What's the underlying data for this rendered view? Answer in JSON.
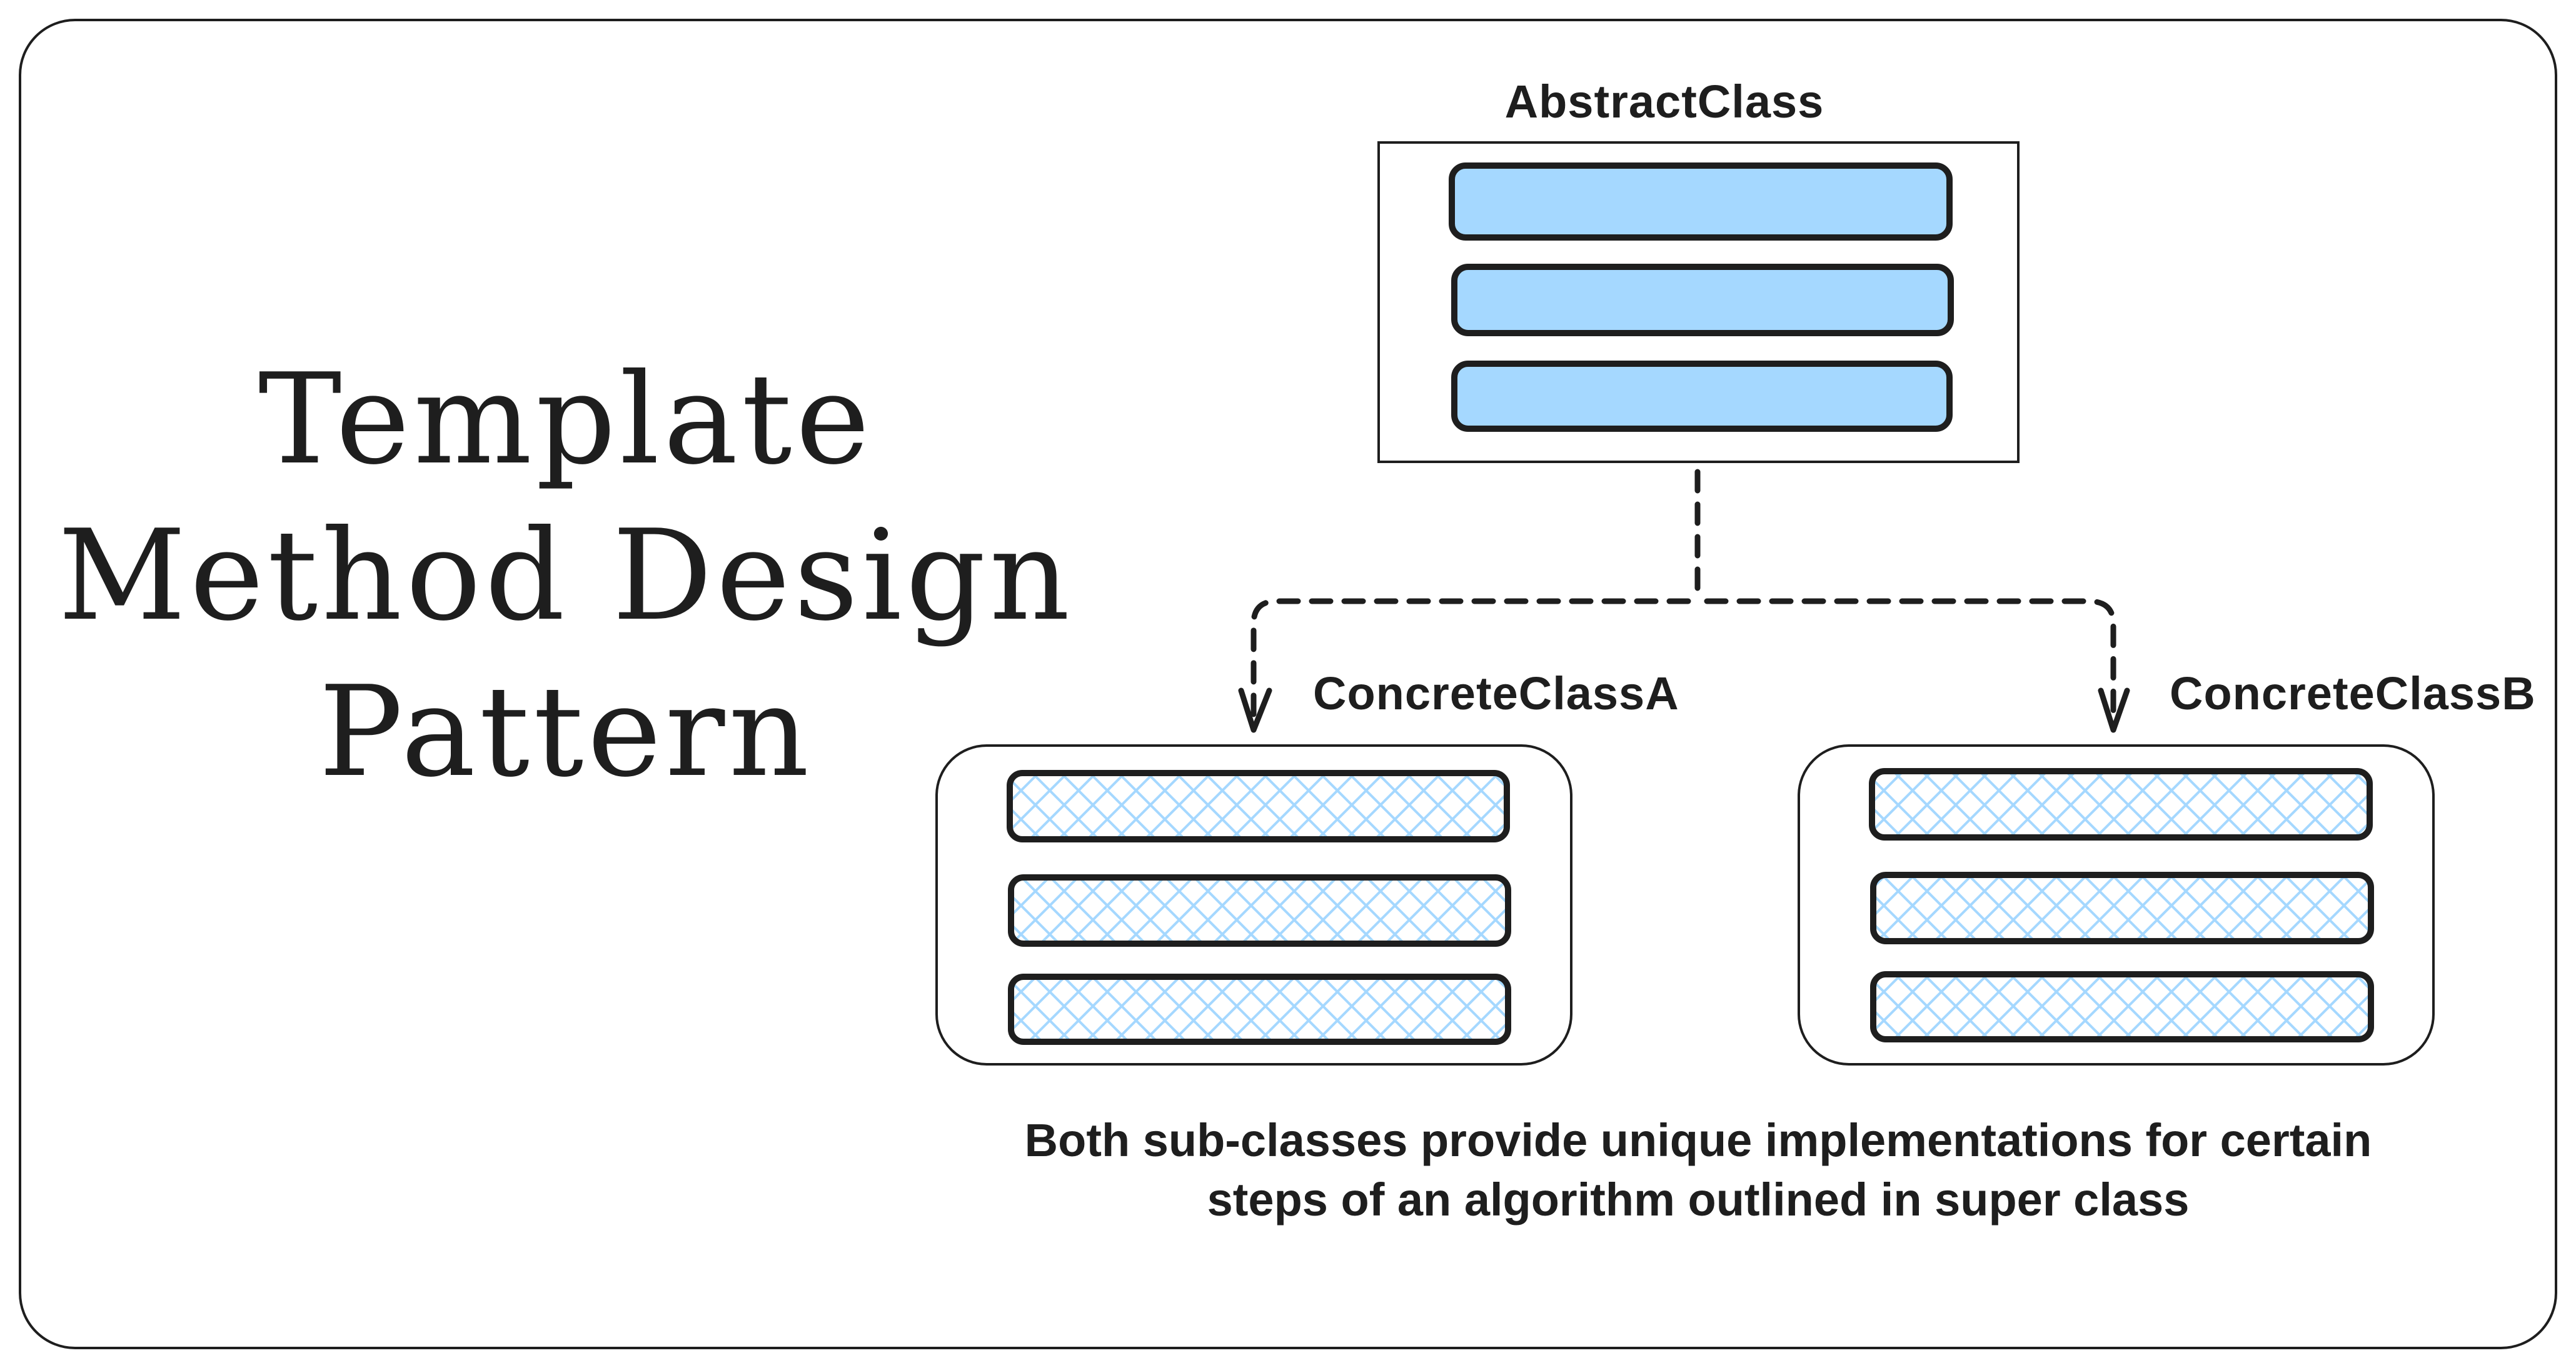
{
  "title_lines": [
    "Template",
    "Method Design",
    "Pattern"
  ],
  "abstract_class": {
    "label": "AbstractClass",
    "method_count": 3
  },
  "concrete_classes": [
    {
      "label": "ConcreteClassA",
      "method_count": 3
    },
    {
      "label": "ConcreteClassB",
      "method_count": 3
    }
  ],
  "caption_lines": [
    "Both sub-classes provide unique implementations for certain",
    "steps of an algorithm outlined in super class"
  ],
  "colors": {
    "method_fill": "#a5d8ff",
    "hatch_stroke": "#a5d8ff",
    "stroke": "#1e1e1e",
    "background": "#ffffff"
  }
}
